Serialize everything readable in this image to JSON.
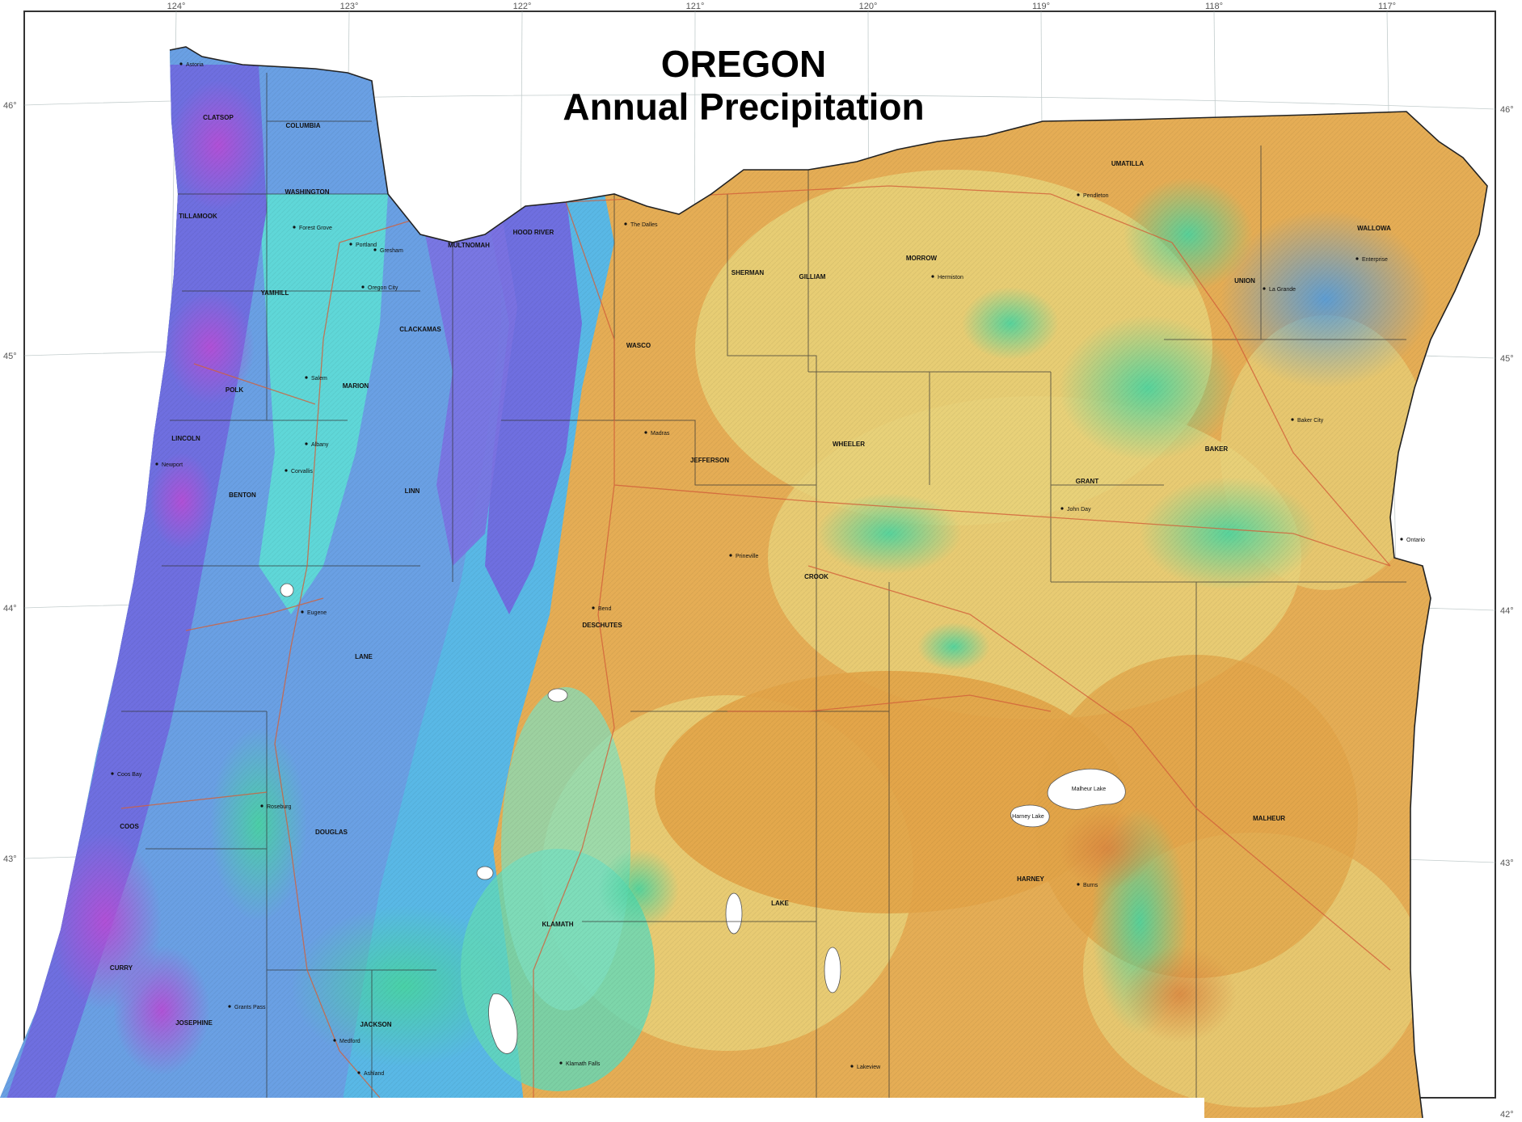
{
  "title": "OREGON",
  "subtitle": "Annual Precipitation",
  "longitude_labels": [
    "124°",
    "123°",
    "122°",
    "121°",
    "120°",
    "119°",
    "118°",
    "117°"
  ],
  "latitude_labels_left": [
    "46°",
    "45°",
    "44°",
    "43°"
  ],
  "latitude_labels_right": [
    "46°",
    "45°",
    "44°",
    "43°",
    "42°"
  ],
  "counties": [
    "CLATSOP",
    "COLUMBIA",
    "WASHINGTON",
    "TILLAMOOK",
    "MULTNOMAH",
    "HOOD RIVER",
    "YAMHILL",
    "CLACKAMAS",
    "POLK",
    "MARION",
    "LINCOLN",
    "BENTON",
    "LINN",
    "LANE",
    "COOS",
    "DOUGLAS",
    "CURRY",
    "JOSEPHINE",
    "JACKSON",
    "KLAMATH",
    "DESCHUTES",
    "JEFFERSON",
    "WASCO",
    "SHERMAN",
    "GILLIAM",
    "MORROW",
    "UMATILLA",
    "UNION",
    "WALLOWA",
    "BAKER",
    "GRANT",
    "WHEELER",
    "CROOK",
    "LAKE",
    "HARNEY",
    "MALHEUR"
  ],
  "cities": [
    "Astoria",
    "Portland",
    "Gresham",
    "Oregon City",
    "Forest Grove",
    "Salem",
    "Albany",
    "Corvallis",
    "Eugene",
    "Coos Bay",
    "Roseburg",
    "Grants Pass",
    "Medford",
    "Klamath Falls",
    "Bend",
    "Madras",
    "Prineville",
    "The Dalles",
    "Pendleton",
    "La Grande",
    "Baker City",
    "John Day",
    "Burns",
    "Ontario",
    "Lakeview",
    "Enterprise",
    "Hermiston",
    "Newport",
    "Ashland"
  ],
  "lakes": [
    "Malheur Lake",
    "Harney Lake"
  ],
  "colors": {
    "very_wet": "#b44fd6",
    "wet": "#6f6fe0",
    "moist": "#59b8e6",
    "moderate": "#5fe0d0",
    "semi_moist": "#48d4a0",
    "semi_arid": "#e8d27a",
    "dry": "#e5ad55",
    "very_dry": "#d98a4a",
    "water": "#ffffff",
    "border": "#222222"
  }
}
